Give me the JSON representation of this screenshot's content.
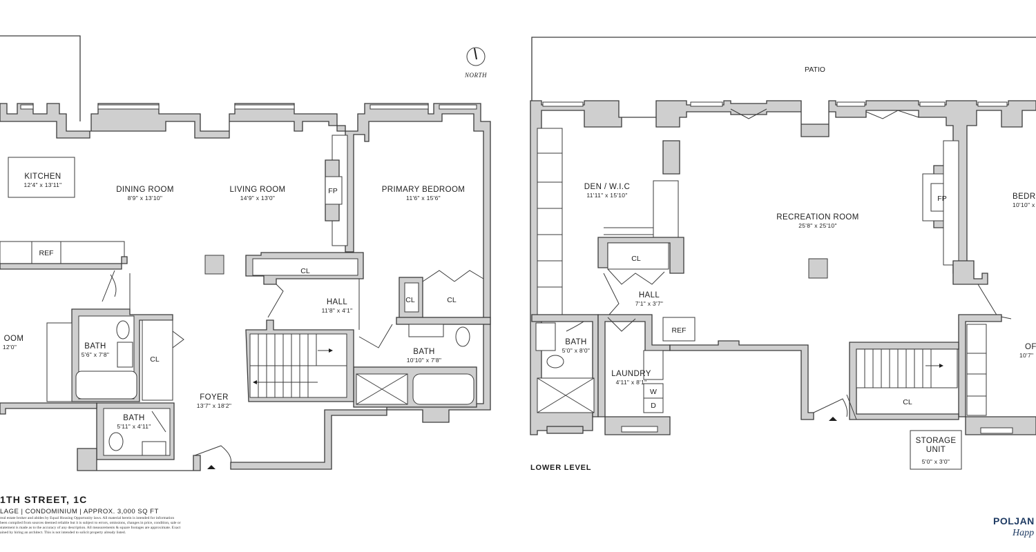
{
  "plan": {
    "title": "1TH STREET, 1C",
    "subtitle": "LAGE | CONDOMINIUM | APPROX. 3,000 SQ FT",
    "disclaimer": [
      "real estate broker and abides by Equal Housing Opportunity laws. All material herein is intended for information",
      "been compiled from sources deemed reliable but it is subject to errors, omissions, changes in price, condition, sale or",
      "statement is made as to the accuracy of any description. All measurements & square footages are approximate. Exact",
      "ained by hiring an architect. This is not intended to solicit property already listed."
    ],
    "north_label": "NORTH",
    "lower_level_label": "LOWER LEVEL",
    "patio_label": "PATIO",
    "brand": "POLJAN",
    "brand_tagline": "Happ"
  },
  "upper_rooms": {
    "kitchen": {
      "name": "KITCHEN",
      "dims": "12'4\" x 13'11\""
    },
    "dining": {
      "name": "DINING ROOM",
      "dims": "8'9\" x 13'10\""
    },
    "living": {
      "name": "LIVING ROOM",
      "dims": "14'9\" x 13'0\""
    },
    "primary_bedroom": {
      "name": "PRIMARY BEDROOM",
      "dims": "11'6\" x 15'6\""
    },
    "fp": "FP",
    "ref": "REF",
    "cl_hall": "CL",
    "hall": {
      "name": "HALL",
      "dims": "11'8\" x 4'1\""
    },
    "cl_small": "CL",
    "cl_primary": "CL",
    "room_left": {
      "name": "OOM",
      "dims": "12'0\""
    },
    "bath_left": {
      "name": "BATH",
      "dims": "5'6\" x 7'8\""
    },
    "cl_bath": "CL",
    "bath_primary": {
      "name": "BATH",
      "dims": "10'10\" x 7'8\""
    },
    "foyer": {
      "name": "FOYER",
      "dims": "13'7\" x 18'2\""
    },
    "bath_small": {
      "name": "BATH",
      "dims": "5'11\" x 4'11\""
    }
  },
  "lower_rooms": {
    "den": {
      "name": "DEN / W.I.C",
      "dims": "11'11\" x 15'10\""
    },
    "recreation": {
      "name": "RECREATION ROOM",
      "dims": "25'8\" x 25'10\""
    },
    "fp": "FP",
    "bedroom": {
      "name": "BEDRO",
      "dims": "10'10\" x"
    },
    "cl": "CL",
    "hall": {
      "name": "HALL",
      "dims": "7'1\" x 3'7\""
    },
    "ref": "REF",
    "bath": {
      "name": "BATH",
      "dims": "5'0\" x 8'0\""
    },
    "laundry": {
      "name": "LAUNDRY",
      "dims": "4'11\" x 8'1\""
    },
    "w": "W",
    "d": "D",
    "office": {
      "name": "OF",
      "dims": "10'7\""
    },
    "cl_stairs": "CL",
    "storage": {
      "line1": "STORAGE",
      "line2": "UNIT",
      "dims": "5'0\" x 3'0\""
    }
  },
  "colors": {
    "wall_fill": "#cfcfcf",
    "line": "#3a3a3a",
    "brand": "#1f3b63"
  }
}
